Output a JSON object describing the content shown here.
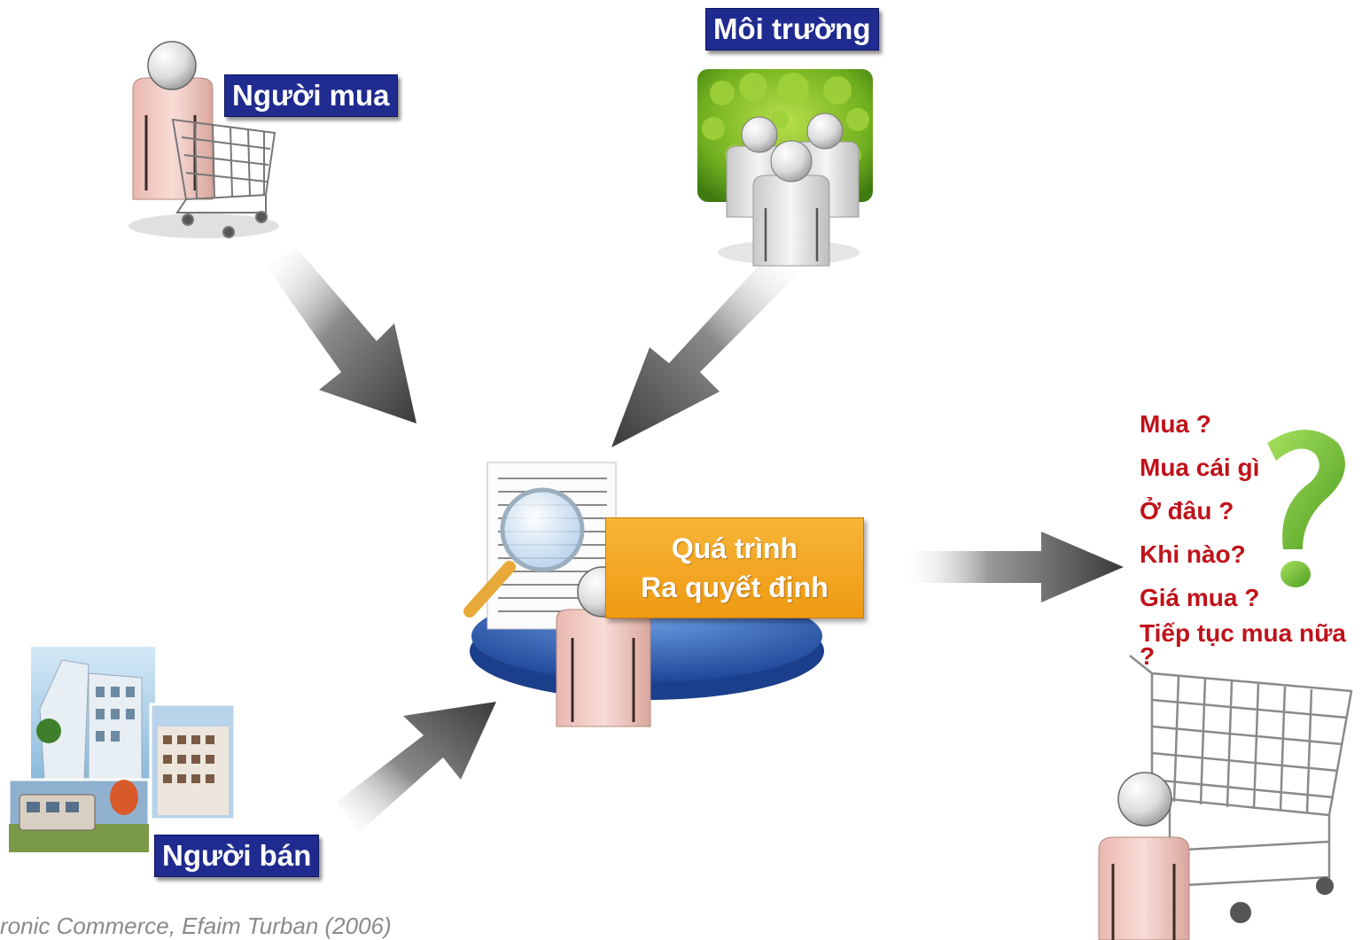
{
  "diagram": {
    "buyer_label": "Người mua",
    "environment_label": "Môi trường",
    "seller_label": "Người bán",
    "decision_line1": "Quá trình",
    "decision_line2": "Ra quyết định",
    "questions": [
      "Mua ?",
      "Mua cái gì",
      "Ở đâu ?",
      "Khi nào?",
      "Giá mua ?",
      "Tiếp tục mua nữa",
      "?"
    ],
    "citation": "ronic Commerce, Efaim Turban (2006)"
  },
  "colors": {
    "label_bg": "#1f2b8f",
    "decision_bg": "#f2a11c",
    "question_text": "#c0121a",
    "arrow": "#4a4a4a",
    "figure_body": "#f3cfc9",
    "crowd_body": "#e6e6e6",
    "platform": "#2f5fb8",
    "question_mark": "#7ac943"
  }
}
